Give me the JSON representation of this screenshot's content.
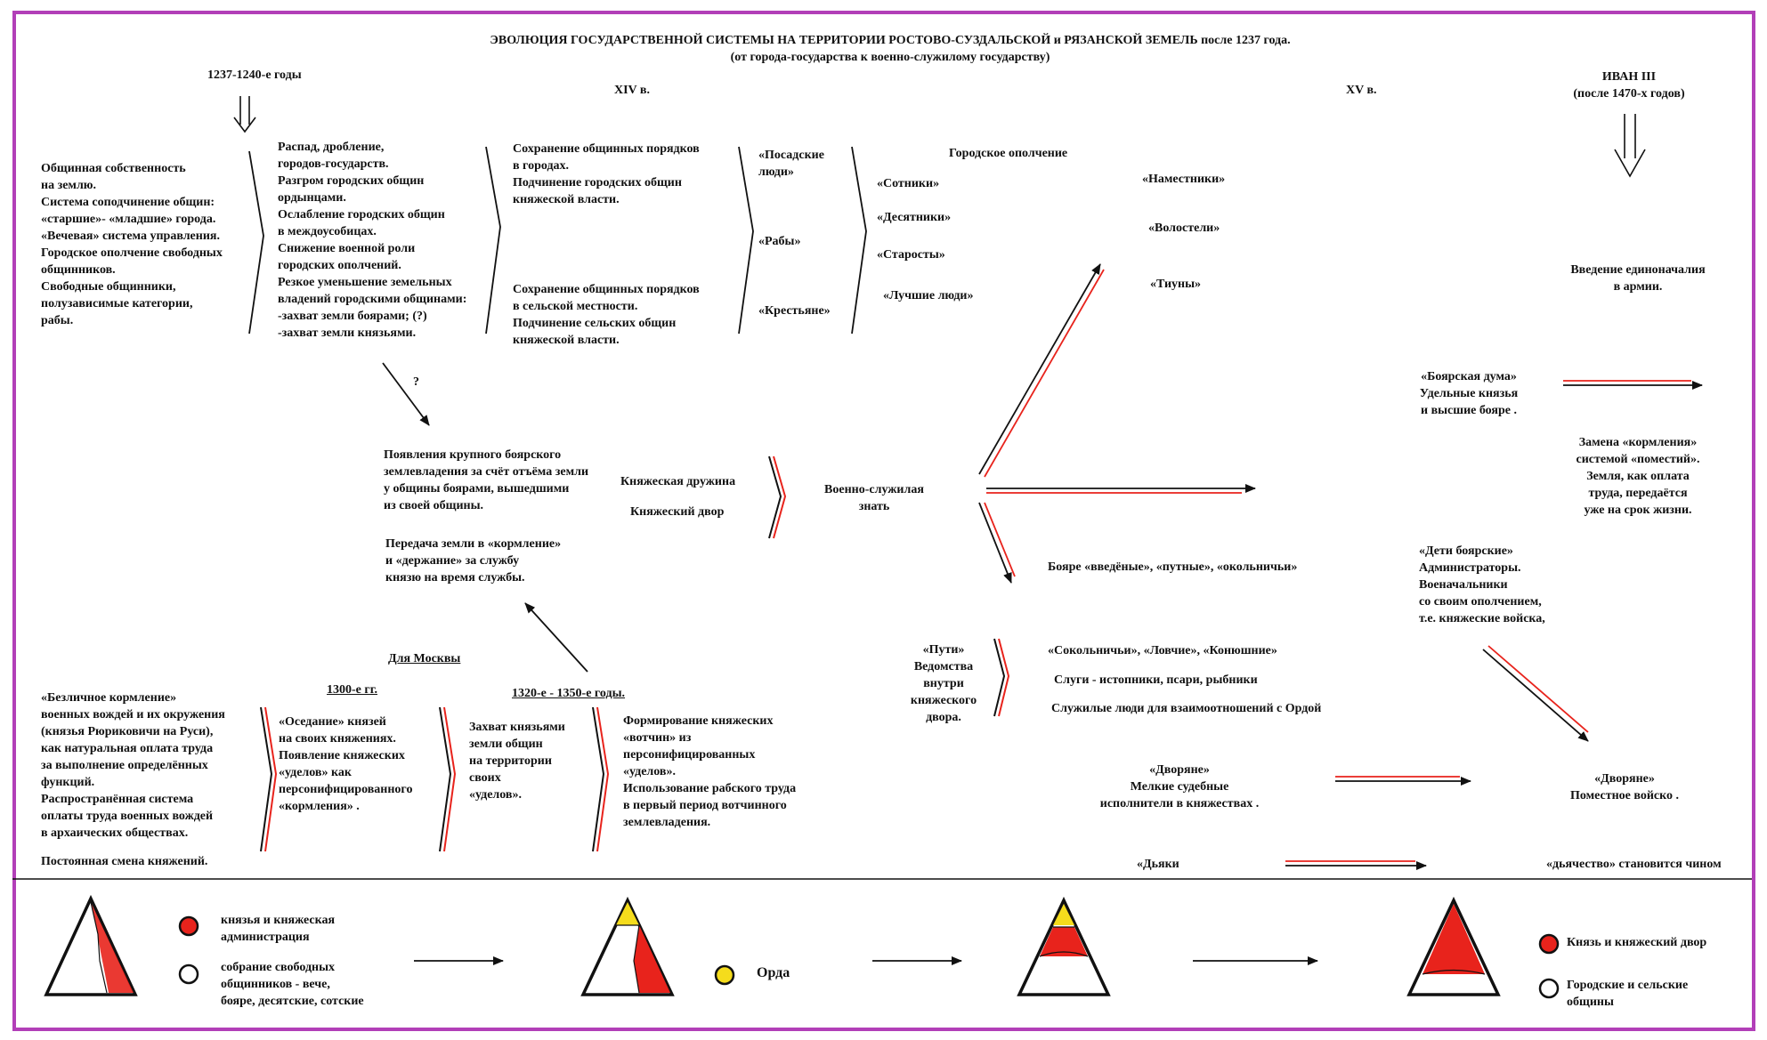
{
  "title": "ЭВОЛЮЦИЯ ГОСУДАРСТВЕННОЙ СИСТЕМЫ НА ТЕРРИТОРИИ РОСТОВО-СУЗДАЛЬСКОЙ и РЯЗАНСКОЙ ЗЕМЕЛЬ  после 1237 года.",
  "subtitle": "(от города-государства к военно-служилому государству)",
  "periods": {
    "p1237": "1237-1240-е  годы",
    "p14": "XIV в.",
    "p15": "XV в.",
    "ivan": "ИВАН  III",
    "ivan_sub": "(после 1470-х годов)"
  },
  "left_block": "Общинная собственность\nна землю.\nСистема соподчинение общин:\n«старшие»- «младшие» города.\n«Вечевая» система управления.\nГородское ополчение свободных\nобщинников.\nСвободные общинники,\nполузависимые категории,\nрабы.",
  "decay_block": "Распад, дробление,\nгородов-государств.\nРазгром городских общин\nордынцами.\nОслабление городских общин\nв междоусобицах.\nСнижение военной роли\nгородских ополчений.\nРезкое уменьшение земельных\nвладений городскими общинами:\n-захват земли боярами;   (?)\n-захват земли князьями.",
  "question_mark": "?",
  "city_block": "Сохранение общинных порядков\nв городах.\nПодчинение городских общин\nкняжеской власти.",
  "rural_block": "Сохранение общинных порядков\nв сельской местности.\nПодчинение сельских общин\nкняжеской власти.",
  "groups": {
    "posad": "«Посадские\nлюди»",
    "slaves": "«Рабы»",
    "peasants": "«Крестьяне»"
  },
  "militia": {
    "title": "Городское ополчение",
    "sotniki": "«Сотники»",
    "desyatniki": "«Десятники»",
    "starosty": "«Старосты»",
    "best": "«Лучшие люди»"
  },
  "officials": {
    "namestniki": "«Наместники»",
    "volosteli": "«Волостели»",
    "tiuny": "«Тиуны»"
  },
  "army": "Введение единоначалия\nв армии.",
  "duma": "«Боярская дума»\nУдельные князья\nи высшие бояре .",
  "pomestie": "Замена «кормления»\nсистемой «поместий».\nЗемля, как оплата\nтруда, передаётся\nуже на срок жизни.",
  "boyar_land": "Появления крупного боярского\nземлевладения  за счёт отъёма земли\nу общины боярами, вышедшими\nиз своей общины.",
  "kormlenie_transfer": "Передача земли в «кормление»\nи «держание» за службу\nкнязю на время службы.",
  "druzhina": "Княжеская дружина",
  "dvor": "Княжеский двор",
  "military_elite": "Военно-служилая\nзнать",
  "boyars_ranks": "Бояре  «введёные», «путные»,  «окольничьи»",
  "deti_boyarskie": "«Дети боярские»\nАдминистраторы.\nВоеначальники\nсо своим ополчением,\nт.е. княжеские войска,",
  "puti": "«Пути»\nВедомства\nвнутри\nкняжеского\nдвора.",
  "services": {
    "s1": "«Сокольничьи», «Ловчие», «Конюшние»",
    "s2": "Слуги - истопники, псари, рыбники",
    "s3": "Служилые люди для взаимоотношений с Ордой"
  },
  "moscow": {
    "label": "Для   Москвы",
    "p1300": "1300-е гг.",
    "p1320": "1320-е    -    1350-е годы."
  },
  "impersonal": "«Безличное   кормление»\nвоенных вождей и их окружения\n(князья Рюриковичи на Руси),\nкак натуральная оплата труда\nза выполнение определённых\nфункций.\nРаспространённая система\nоплаты труда военных вождей\nв архаических обществах.",
  "constant_change": "Постоянная смена княжений.",
  "settling": "«Оседание»  князей\nна своих княжениях.\nПоявление княжеских\n«уделов»  как\nперсонифицированного\n«кормления» .",
  "capture": "Захват  князьями\nземли общин\nна территории\nсвоих\n«уделов».",
  "votchina": "Формирование княжеских\n«вотчин» из\nперсонифицированных\n«уделов».\nИспользование рабского труда\nв первый период вотчинного\nземлевладения.",
  "dvoryane_small": "«Дворяне»\nМелкие судебные\nисполнители в княжествах .",
  "dvoryane_final": "«Дворяне»\nПоместное войско .",
  "dyaki": "«Дьяки",
  "dyachestvo": "«дьячество» становится чином",
  "legend": {
    "prince_admin": "князья и княжеская\nадминистрация",
    "assembly": "собрание  свободных\nобщинников - вече,\nбояре,  десятские, сотские",
    "horde": "Орда",
    "prince_court": "Князь и княжеский двор",
    "communities": "Городские и сельские\nобщины"
  },
  "colors": {
    "frame": "#b23fb8",
    "red": "#e8231c",
    "yellow": "#f5dc1c",
    "black": "#111111"
  }
}
